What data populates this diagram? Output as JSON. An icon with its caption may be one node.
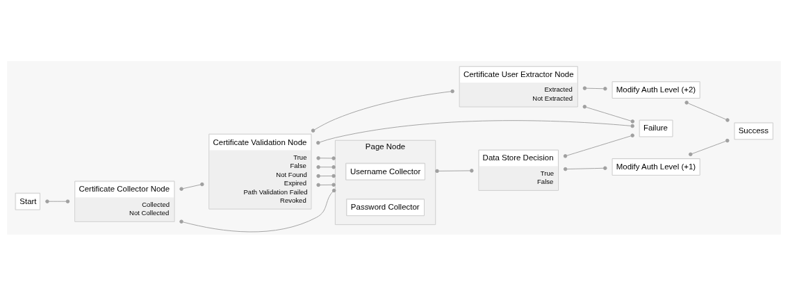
{
  "diagram": {
    "nodes": [
      {
        "text": [
          "Start"
        ]
      },
      {
        "text": [
          "Certificate Collector Node",
          "Collected",
          "Not Collected"
        ]
      },
      {
        "text": [
          "Certificate Validation Node",
          "True",
          "False",
          "Not Found",
          "Expired",
          "Path Validation Failed",
          "Revoked"
        ]
      },
      {
        "text": [
          "Certificate User Extractor Node",
          "Extracted",
          "Not Extracted"
        ]
      },
      {
        "text": [
          "Modify Auth Level (+2)"
        ]
      },
      {
        "text": [
          "Success"
        ]
      },
      {
        "text": [
          "Failure"
        ]
      },
      {
        "text": [
          "Page Node"
        ]
      },
      {
        "text": [
          "Username Collector"
        ],
        "in": 7
      },
      {
        "text": [
          "Password Collector"
        ],
        "in": 7
      },
      {
        "text": [
          "Data Store Decision",
          "True",
          "False"
        ]
      },
      {
        "text": [
          "Modify Auth Level (+1)"
        ]
      }
    ],
    "edges": [
      {
        "from": 0,
        "to": 1,
        "arrow": "other"
      },
      {
        "from": 1,
        "to": 2,
        "arrow": "other"
      },
      {
        "from": 1,
        "to": 7,
        "arrow": "other"
      },
      {
        "from": 2,
        "to": 3,
        "arrow": "other"
      },
      {
        "from": 2,
        "to": 6,
        "arrow": "other"
      },
      {
        "from": 2,
        "to": 7,
        "arrow": "other"
      },
      {
        "from": 2,
        "to": 7,
        "arrow": "other"
      },
      {
        "from": 2,
        "to": 7,
        "arrow": "other"
      },
      {
        "from": 2,
        "to": 7,
        "arrow": "other"
      },
      {
        "from": 3,
        "to": 4,
        "arrow": "other"
      },
      {
        "from": 3,
        "to": 6,
        "arrow": "other"
      },
      {
        "from": 4,
        "to": 5,
        "arrow": "other"
      },
      {
        "from": 7,
        "to": 10,
        "arrow": "other"
      },
      {
        "from": 10,
        "to": 11,
        "arrow": "other"
      },
      {
        "from": 10,
        "to": 6,
        "arrow": "other"
      },
      {
        "from": 11,
        "to": 5,
        "arrow": "other"
      }
    ]
  }
}
